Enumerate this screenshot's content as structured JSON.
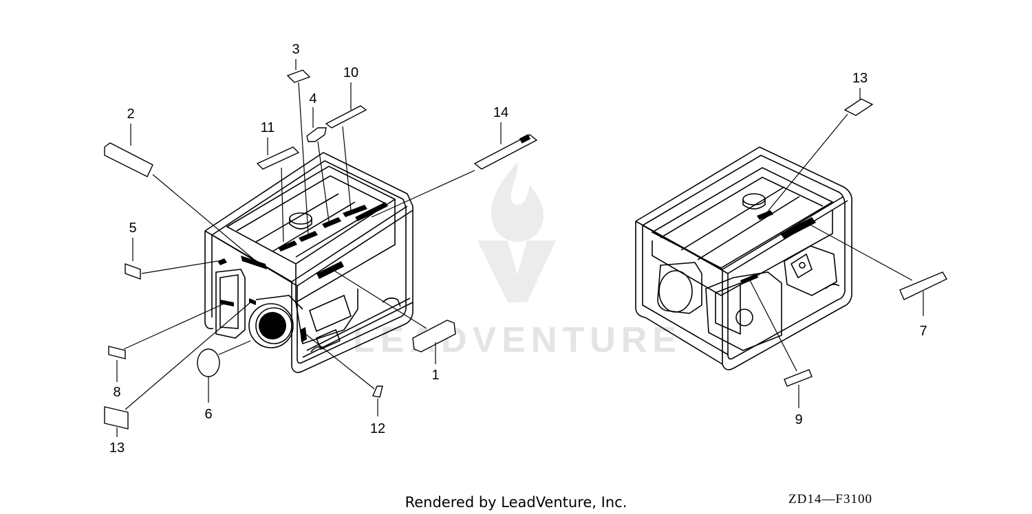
{
  "diagram": {
    "callouts": {
      "c2": "2",
      "c3": "3",
      "c4": "4",
      "c10": "10",
      "c11": "11",
      "c14": "14",
      "c5": "5",
      "c8": "8",
      "c13a": "13",
      "c6": "6",
      "c1": "1",
      "c12": "12",
      "c13b": "13",
      "c7": "7",
      "c9": "9"
    },
    "watermark": "LEADVENTURE",
    "footer": {
      "credit": "Rendered by LeadVenture, Inc.",
      "code": "ZD14—F3100"
    }
  },
  "colors": {
    "line": "#000000",
    "background": "#ffffff",
    "watermark": "#e4e4e4"
  }
}
